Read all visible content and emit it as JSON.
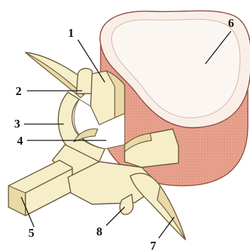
{
  "labels": [
    "1",
    "2",
    "3",
    "4",
    "5",
    "6",
    "7",
    "8"
  ],
  "colors": {
    "bone": "#f6eec9",
    "bone_shade": "#e8d9a6",
    "outline": "#6b5a3a",
    "body_side": "#e9a58f",
    "body_top": "#f9efe8",
    "body_top_inner": "#fbf6f1"
  }
}
